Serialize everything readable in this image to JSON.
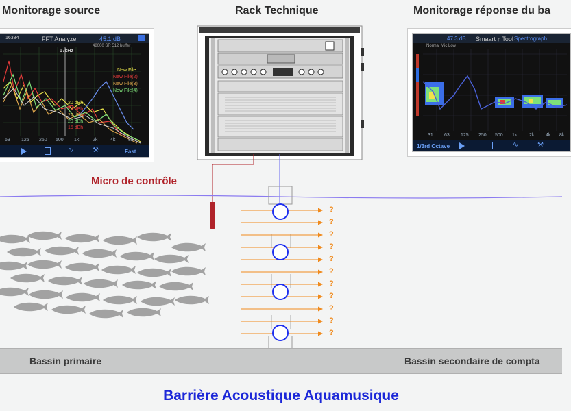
{
  "headings": {
    "source": "Monitorage source",
    "rack": "Rack Technique",
    "response": "Monitorage réponse du ba"
  },
  "fft": {
    "title": "FFT Analyzer",
    "level": "45.1 dB",
    "info": "48000 SR 512 buffer",
    "marker": "17kHz",
    "badge": "16384",
    "legend": [
      "New File",
      "New File(2)",
      "New File(3)",
      "New File(4)"
    ],
    "db_labels": [
      "20 dBh",
      "24 dBh",
      "24 dBh",
      "20 dBh",
      "15 dBh"
    ],
    "freqs": [
      "63",
      "125",
      "250",
      "500",
      "1k",
      "2k",
      "4k",
      "8k"
    ],
    "toolbar_right": "Fast"
  },
  "smaart": {
    "title": "Smaart ↑ Tool",
    "subtitle": "Spectrograph",
    "level": "47.3 dB",
    "corner": "Normal Mic Low",
    "freqs": [
      "31",
      "63",
      "125",
      "250",
      "500",
      "1k",
      "2k",
      "4k",
      "8k"
    ],
    "toolbar_left": "1/3rd Octave"
  },
  "mic_label": "Micro de contrôle",
  "question_mark": "?",
  "basins": {
    "primary": "Bassin primaire",
    "secondary": "Bassin secondaire de compta"
  },
  "title": "Barrière Acoustique Aquamusique",
  "colors": {
    "title": "#1b27d8",
    "mic": "#b0232a",
    "water": "#8b7bf0",
    "arrow": "#f08a1c",
    "speaker": "#1e2ff0",
    "fish": "#a2a2a2"
  }
}
